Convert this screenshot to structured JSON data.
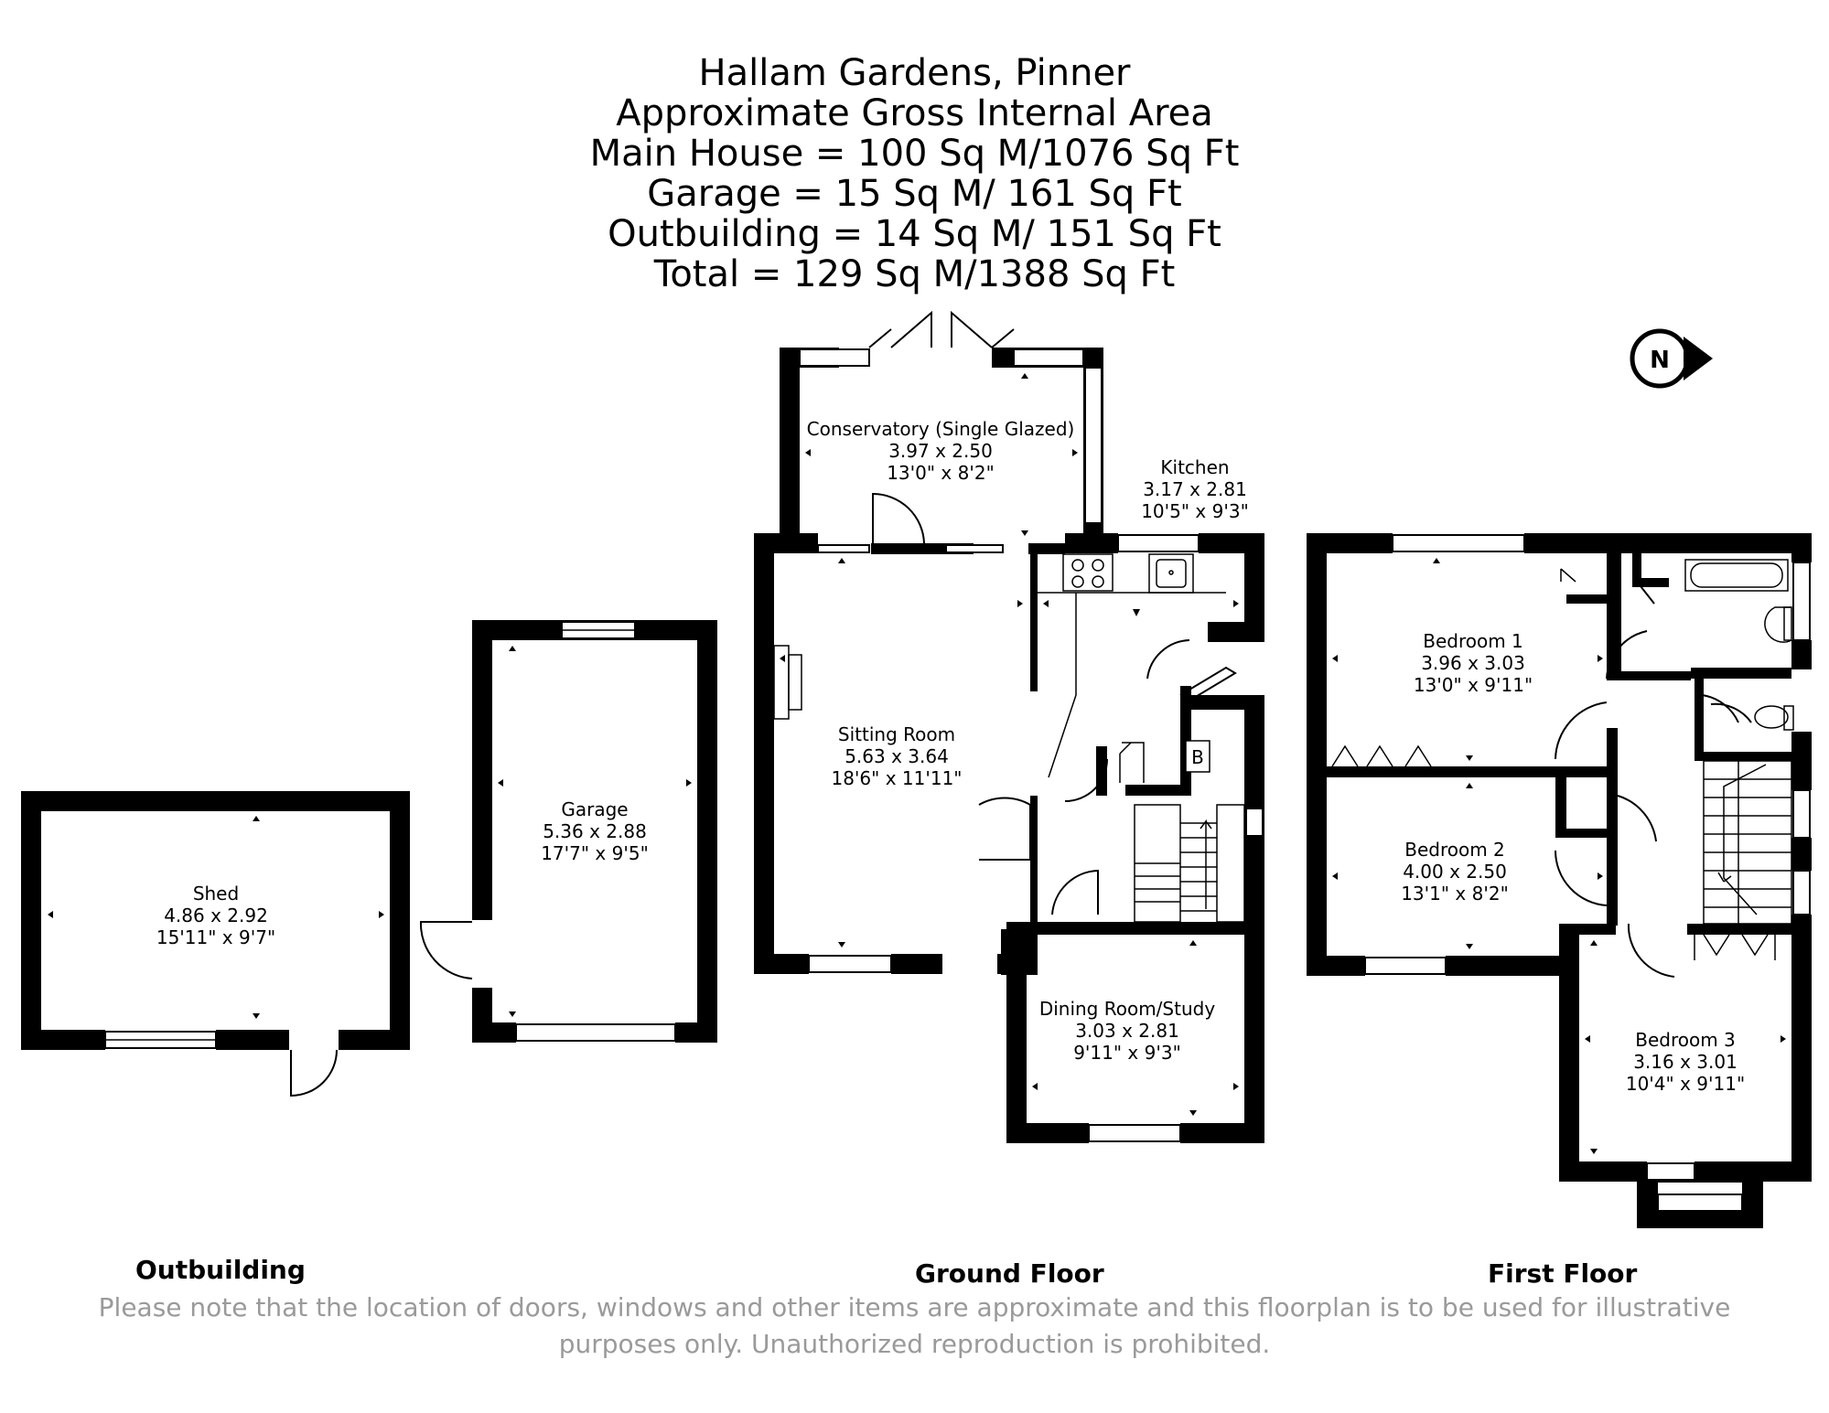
{
  "header": {
    "title": "Hallam Gardens, Pinner",
    "subtitle": "Approximate Gross Internal Area",
    "areas": [
      "Main House = 100 Sq M/1076 Sq Ft",
      "Garage = 15 Sq M/ 161 Sq Ft",
      "Outbuilding = 14 Sq M/ 151 Sq Ft",
      "Total = 129 Sq M/1388 Sq Ft"
    ]
  },
  "compass": {
    "letter": "N"
  },
  "rooms": {
    "shed": {
      "name": "Shed",
      "metric": "4.86 x 2.92",
      "imperial": "15'11\" x 9'7\""
    },
    "garage": {
      "name": "Garage",
      "metric": "5.36 x 2.88",
      "imperial": "17'7\" x 9'5\""
    },
    "conservatory": {
      "name": "Conservatory (Single Glazed)",
      "metric": "3.97 x 2.50",
      "imperial": "13'0\" x 8'2\""
    },
    "kitchen": {
      "name": "Kitchen",
      "metric": "3.17 x 2.81",
      "imperial": "10'5\" x 9'3\""
    },
    "sitting": {
      "name": "Sitting Room",
      "metric": "5.63 x 3.64",
      "imperial": "18'6\" x 11'11\""
    },
    "dining": {
      "name": "Dining Room/Study",
      "metric": "3.03 x 2.81",
      "imperial": "9'11\" x 9'3\""
    },
    "bed1": {
      "name": "Bedroom 1",
      "metric": "3.96 x 3.03",
      "imperial": "13'0\" x 9'11\""
    },
    "bed2": {
      "name": "Bedroom 2",
      "metric": "4.00 x 2.50",
      "imperial": "13'1\" x 8'2\""
    },
    "bed3": {
      "name": "Bedroom 3",
      "metric": "3.16 x 3.01",
      "imperial": "10'4\" x 9'11\""
    }
  },
  "boiler_label": "B",
  "floors": {
    "outbuilding": "Outbuilding",
    "ground": "Ground Floor",
    "first": "First Floor"
  },
  "disclaimer": {
    "line1": "Please note that the location of doors, windows and other items are approximate and this floorplan is to be used for illustrative",
    "line2": "purposes only. Unauthorized reproduction is prohibited."
  }
}
